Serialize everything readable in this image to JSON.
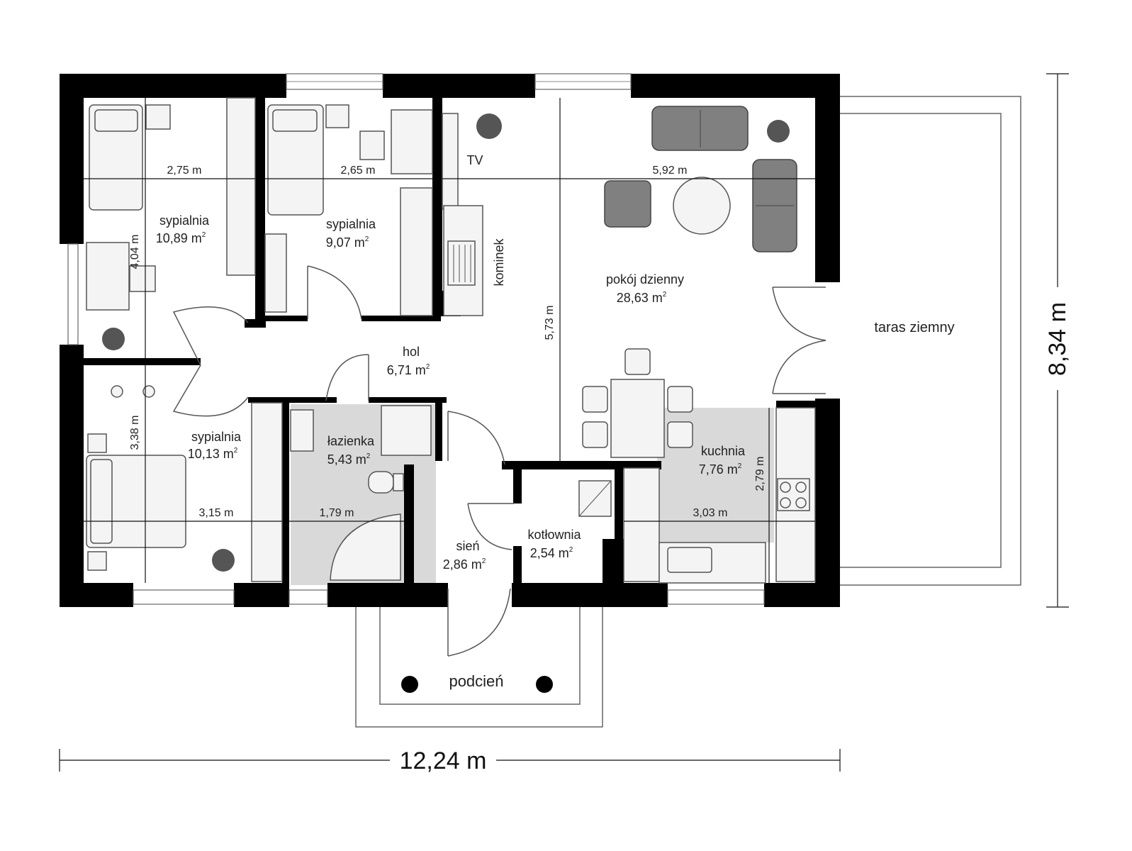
{
  "rooms": {
    "bed1": {
      "name": "sypialnia",
      "area": "10,89 m",
      "sup": "2"
    },
    "bed2": {
      "name": "sypialnia",
      "area": "9,07 m",
      "sup": "2"
    },
    "bed3": {
      "name": "sypialnia",
      "area": "10,13 m",
      "sup": "2"
    },
    "living": {
      "name": "pokój dzienny",
      "area": "28,63 m",
      "sup": "2"
    },
    "hall": {
      "name": "hol",
      "area": "6,71 m",
      "sup": "2"
    },
    "bath": {
      "name": "łazienka",
      "area": "5,43 m",
      "sup": "2"
    },
    "vestibule": {
      "name": "sień",
      "area": "2,86 m",
      "sup": "2"
    },
    "boiler": {
      "name": "kotłownia",
      "area": "2,54 m",
      "sup": "2"
    },
    "kitchen": {
      "name": "kuchnia",
      "area": "7,76 m",
      "sup": "2"
    }
  },
  "labels": {
    "tv": "TV",
    "fireplace": "kominek",
    "terrace": "taras ziemny",
    "porch": "podcień"
  },
  "dimensions": {
    "bed1_w": "2,75 m",
    "bed2_w": "2,65 m",
    "living_w": "5,92 m",
    "bed1_h": "4,04 m",
    "bed3_h": "3,38 m",
    "living_h": "5,73 m",
    "bed3_w": "3,15 m",
    "bath_w": "1,79 m",
    "kitchen_w": "3,03 m",
    "kitchen_h": "2,79 m",
    "total_w": "12,24 m",
    "total_h": "8,34 m"
  }
}
